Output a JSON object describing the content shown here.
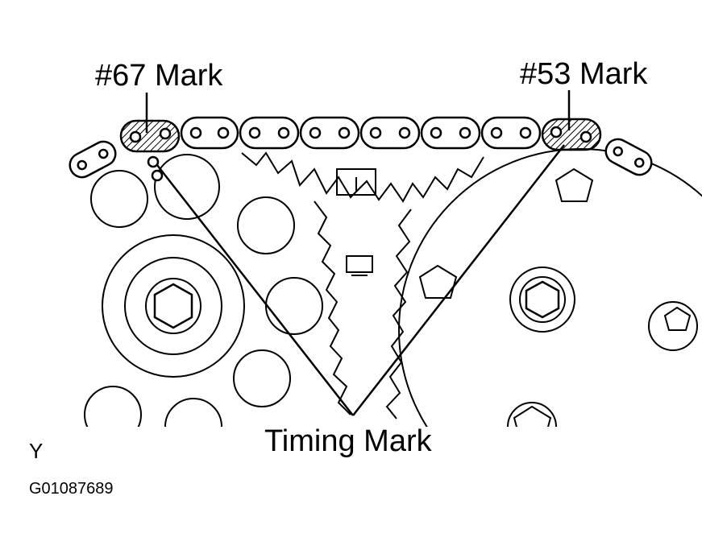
{
  "labels": {
    "mark_67": "#67 Mark",
    "mark_53": "#53 Mark",
    "timing_mark": "Timing Mark",
    "view": "Y",
    "figure_id": "G01087689"
  },
  "colors": {
    "line": "#000000",
    "background": "#ffffff"
  }
}
